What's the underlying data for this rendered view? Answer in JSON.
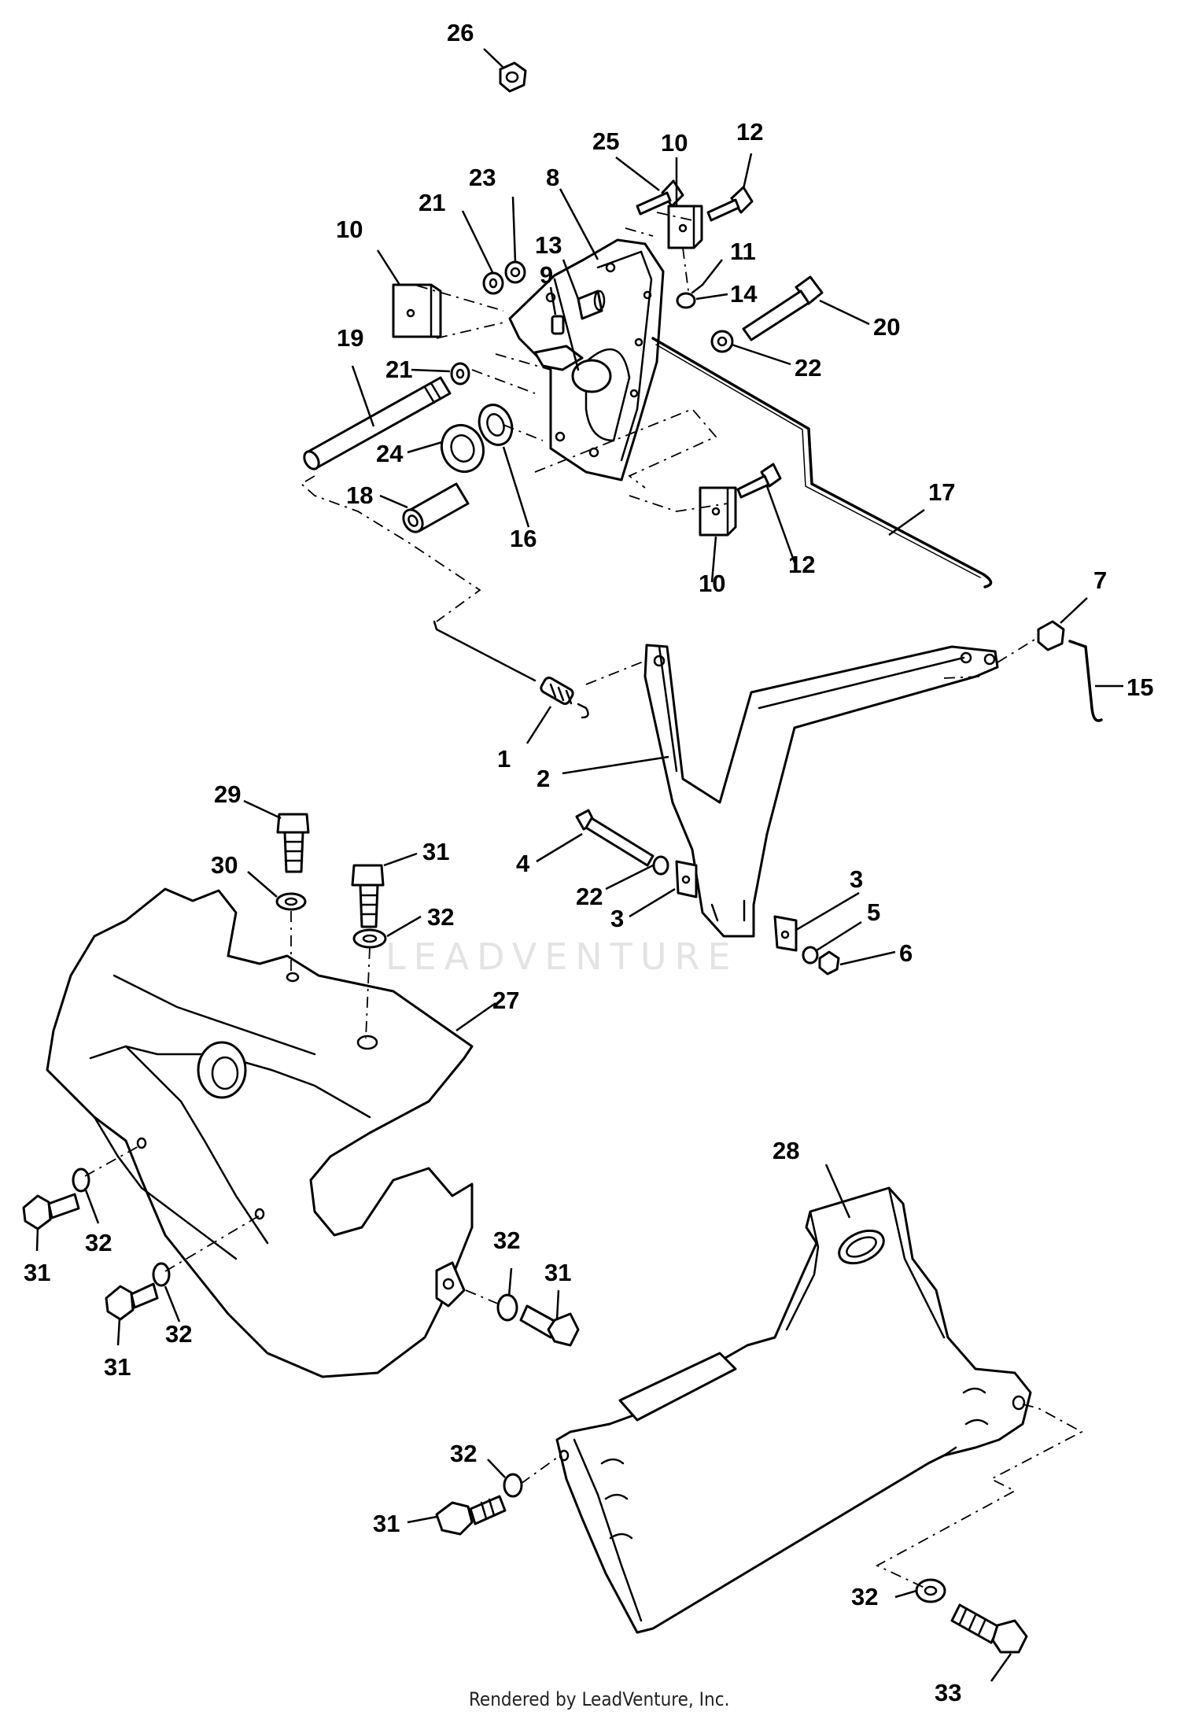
{
  "watermark": "LEADVENTURE",
  "footer": "Rendered by LeadVenture, Inc.",
  "callouts": [
    {
      "id": "1",
      "label": "1"
    },
    {
      "id": "2",
      "label": "2"
    },
    {
      "id": "3a",
      "label": "3"
    },
    {
      "id": "3b",
      "label": "3"
    },
    {
      "id": "4",
      "label": "4"
    },
    {
      "id": "5",
      "label": "5"
    },
    {
      "id": "6",
      "label": "6"
    },
    {
      "id": "7",
      "label": "7"
    },
    {
      "id": "8",
      "label": "8"
    },
    {
      "id": "9",
      "label": "9"
    },
    {
      "id": "10a",
      "label": "10"
    },
    {
      "id": "10b",
      "label": "10"
    },
    {
      "id": "10c",
      "label": "10"
    },
    {
      "id": "11",
      "label": "11"
    },
    {
      "id": "12a",
      "label": "12"
    },
    {
      "id": "12b",
      "label": "12"
    },
    {
      "id": "13",
      "label": "13"
    },
    {
      "id": "14",
      "label": "14"
    },
    {
      "id": "15",
      "label": "15"
    },
    {
      "id": "16",
      "label": "16"
    },
    {
      "id": "17",
      "label": "17"
    },
    {
      "id": "18",
      "label": "18"
    },
    {
      "id": "19",
      "label": "19"
    },
    {
      "id": "20",
      "label": "20"
    },
    {
      "id": "21a",
      "label": "21"
    },
    {
      "id": "21b",
      "label": "21"
    },
    {
      "id": "22a",
      "label": "22"
    },
    {
      "id": "22b",
      "label": "22"
    },
    {
      "id": "23",
      "label": "23"
    },
    {
      "id": "24",
      "label": "24"
    },
    {
      "id": "25",
      "label": "25"
    },
    {
      "id": "26",
      "label": "26"
    },
    {
      "id": "27",
      "label": "27"
    },
    {
      "id": "28",
      "label": "28"
    },
    {
      "id": "29",
      "label": "29"
    },
    {
      "id": "30",
      "label": "30"
    },
    {
      "id": "31a",
      "label": "31"
    },
    {
      "id": "31b",
      "label": "31"
    },
    {
      "id": "31c",
      "label": "31"
    },
    {
      "id": "31d",
      "label": "31"
    },
    {
      "id": "31e",
      "label": "31"
    },
    {
      "id": "32a",
      "label": "32"
    },
    {
      "id": "32b",
      "label": "32"
    },
    {
      "id": "32c",
      "label": "32"
    },
    {
      "id": "32d",
      "label": "32"
    },
    {
      "id": "32e",
      "label": "32"
    },
    {
      "id": "32f",
      "label": "32"
    },
    {
      "id": "33",
      "label": "33"
    }
  ]
}
